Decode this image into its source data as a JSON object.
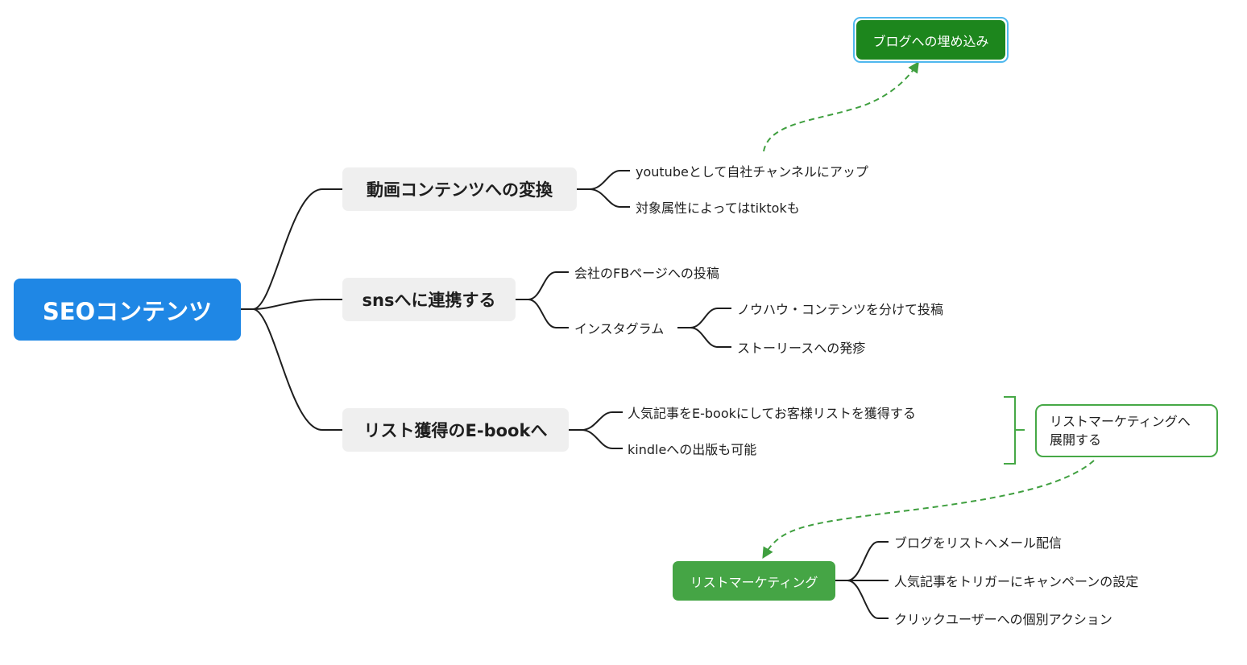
{
  "root": {
    "label": "SEOコンテンツ"
  },
  "branches": [
    {
      "label": "動画コンテンツへの変換",
      "children": [
        "youtubeとして自社チャンネルにアップ",
        "対象属性によってはtiktokも"
      ]
    },
    {
      "label": "snsへに連携する",
      "children": [
        "会社のFBページへの投稿",
        "インスタグラム"
      ],
      "sub_children": [
        "ノウハウ・コンテンツを分けて投稿",
        "ストーリースへの発疹"
      ]
    },
    {
      "label": "リスト獲得のE-bookへ",
      "children": [
        "人気記事をE-bookにしてお客様リストを獲得する",
        "kindleへの出版も可能"
      ]
    }
  ],
  "blog_embed": {
    "label": "ブログへの埋め込み"
  },
  "list_marketing_summary": {
    "line1": "リストマーケティングへ",
    "line2": "展開する"
  },
  "list_marketing": {
    "label": "リストマーケティング",
    "children": [
      "ブログをリストへメール配信",
      "人気記事をトリガーにキャンペーンの設定",
      "クリックユーザーへの個別アクション"
    ]
  },
  "colors": {
    "root": "#1f87e5",
    "branch_bg": "#efefef",
    "connector": "#1e1e1e",
    "dashed_green": "#3f9f3f",
    "green_dark": "#1d861d",
    "green_solid": "#45a545",
    "selection": "#4fb8ee"
  }
}
